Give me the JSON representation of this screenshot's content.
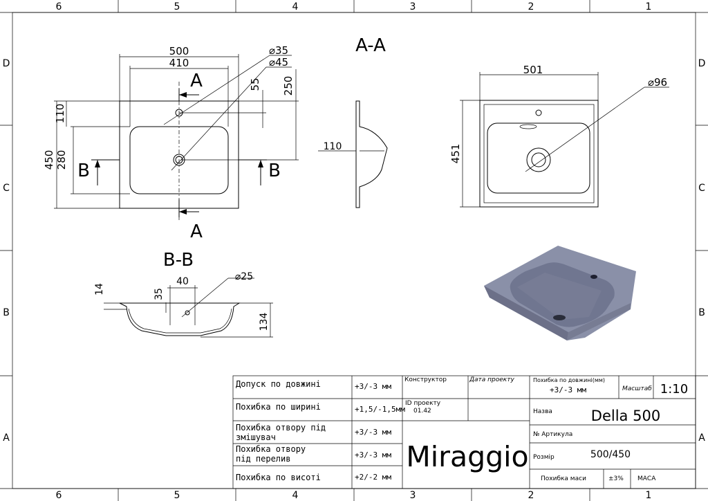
{
  "border": {
    "top_zones": [
      "6",
      "5",
      "4",
      "3",
      "2",
      "1"
    ],
    "bottom_zones": [
      "6",
      "5",
      "4",
      "3",
      "2",
      "1"
    ],
    "side_rows": [
      "D",
      "C",
      "B",
      "A"
    ]
  },
  "views": {
    "top": {
      "dims": {
        "width_outer": "500",
        "width_inner": "410",
        "hole_d1": "⌀35",
        "hole_d2": "⌀45",
        "dim_55": "55",
        "dim_250": "250",
        "dim_110": "110",
        "dim_280": "280",
        "dim_450": "450"
      },
      "section_a": "A",
      "section_b": "B"
    },
    "section_aa": {
      "title": "A-A",
      "dim_110": "110"
    },
    "right": {
      "dims": {
        "width": "501",
        "height": "451",
        "drain": "⌀96"
      }
    },
    "section_bb": {
      "title": "B-B",
      "dims": {
        "d25": "⌀25",
        "d40": "40",
        "d35": "35",
        "d14": "14",
        "d134": "134"
      }
    }
  },
  "title_block": {
    "rows": [
      {
        "label": "Допуск по довжині",
        "value": "+3/-3 мм"
      },
      {
        "label": "Похибка по ширині",
        "value": "+1,5/-1,5мм"
      },
      {
        "label": "Похибка отвору під\nзмішувач",
        "value": "+3/-3 мм"
      },
      {
        "label": "Похибка отвору\nпід перелив",
        "value": "+3/-3 мм"
      },
      {
        "label": "Похибка по висоті",
        "value": "+2/-2 мм"
      }
    ],
    "designer_label": "Конструктор",
    "project_date_label": "Дата проекту",
    "project_id_label": "ID проекту",
    "project_id": "01.42",
    "brand": "Miraggio",
    "length_tol_label": "Похибка по довжині(мм)",
    "length_tol": "+3/-3 мм",
    "scale_label": "Масштаб",
    "scale": "1:10",
    "name_label": "Назва",
    "name": "Della 500",
    "article_label": "№ Артикула",
    "size_label": "Розмір",
    "size": "500/450",
    "mass_tol_label": "Похибка маси",
    "mass_tol": "±3%",
    "mass_label": "МАСА"
  }
}
